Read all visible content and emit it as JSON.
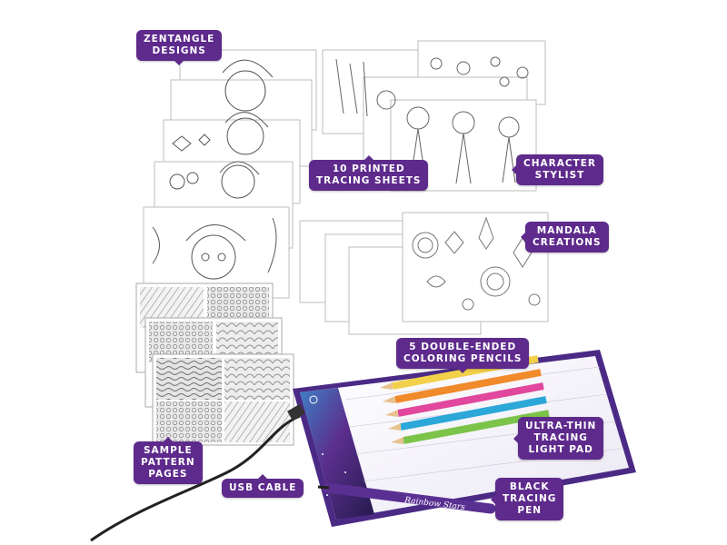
{
  "labels": {
    "zentangle": "ZENTANGLE\nDESIGNS",
    "printed_sheets": "10 PRINTED\nTRACING SHEETS",
    "character_stylist": "CHARACTER\nSTYLIST",
    "mandala": "MANDALA\nCREATIONS",
    "pencils": "5 DOUBLE-ENDED\nCOLORING PENCILS",
    "light_pad": "ULTRA-THIN\nTRACING\nLIGHT PAD",
    "pattern_pages": "SAMPLE\nPATTERN\nPAGES",
    "usb_cable": "USB CABLE",
    "tracing_pen": "BLACK\nTRACING\nPEN"
  },
  "pen_brand": "Rainbow Stars",
  "colors": {
    "label_bg": "#5e2a8c",
    "pad_purple": "#4b2a86",
    "pencils": [
      "#f2d04a",
      "#f08a2b",
      "#e0479d",
      "#2ba7d8",
      "#7cc34a"
    ]
  }
}
